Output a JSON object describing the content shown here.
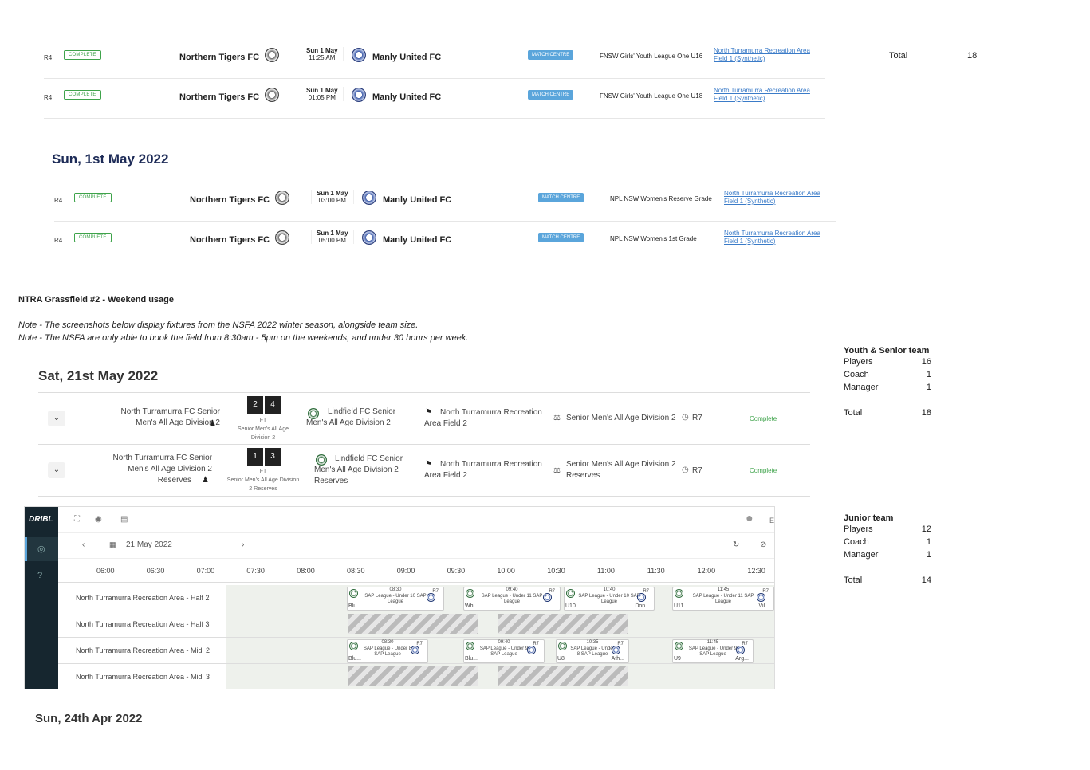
{
  "fixtures_top": [
    {
      "round": "R4",
      "status": "COMPLETE",
      "home": "Northern Tigers FC",
      "date": "Sun 1 May",
      "time": "11:25 AM",
      "away": "Manly United FC",
      "match_centre": "MATCH CENTRE",
      "competition": "FNSW Girls' Youth League One U16",
      "venue_line1": "North Turramurra Recreation Area",
      "venue_line2": "Field 1 (Synthetic)"
    },
    {
      "round": "R4",
      "status": "COMPLETE",
      "home": "Northern Tigers FC",
      "date": "Sun 1 May",
      "time": "01:05 PM",
      "away": "Manly United FC",
      "match_centre": "MATCH CENTRE",
      "competition": "FNSW Girls' Youth League One U18",
      "venue_line1": "North Turramurra Recreation Area",
      "venue_line2": "Field 1 (Synthetic)"
    }
  ],
  "total_top": {
    "label": "Total",
    "value": "18"
  },
  "sun_heading": "Sun, 1st May 2022",
  "fixtures_sun": [
    {
      "round": "R4",
      "status": "COMPLETE",
      "home": "Northern Tigers FC",
      "date": "Sun 1 May",
      "time": "03:00 PM",
      "away": "Manly United FC",
      "match_centre": "MATCH CENTRE",
      "competition": "NPL NSW Women's Reserve Grade",
      "venue_line1": "North Turramurra Recreation Area",
      "venue_line2": "Field 1 (Synthetic)"
    },
    {
      "round": "R4",
      "status": "COMPLETE",
      "home": "Northern Tigers FC",
      "date": "Sun 1 May",
      "time": "05:00 PM",
      "away": "Manly United FC",
      "match_centre": "MATCH CENTRE",
      "competition": "NPL NSW Women's 1st Grade",
      "venue_line1": "North Turramurra Recreation Area",
      "venue_line2": "Field 1 (Synthetic)"
    }
  ],
  "section_title": "NTRA Grassfield #2 - Weekend usage",
  "notes": [
    "Note - The screenshots below display fixtures from the NSFA 2022 winter season, alongside team size.",
    "Note - The NSFA are only able to book the field from 8:30am - 5pm on the weekends, and under 30 hours per week."
  ],
  "sat_heading": "Sat, 21st May 2022",
  "sat_matches": [
    {
      "home_1": "North Turramurra FC Senior",
      "home_2": "Men's All Age Division 2",
      "home_3": "",
      "score_home": "2",
      "score_away": "4",
      "ft": "FT",
      "ft_comp_1": "Senior Men's All Age",
      "ft_comp_2": "Division 2",
      "away_1": "Lindfield FC Senior",
      "away_2": "Men's All Age Division 2",
      "away_3": "",
      "venue_1": "North Turramurra Recreation",
      "venue_2": "Area Field 2",
      "comp_1": "Senior Men's All Age Division 2",
      "comp_2": "",
      "round": "R7",
      "status": "Complete"
    },
    {
      "home_1": "North Turramurra FC Senior",
      "home_2": "Men's All Age Division 2",
      "home_3": "Reserves",
      "score_home": "1",
      "score_away": "3",
      "ft": "FT",
      "ft_comp_1": "Senior Men's All Age Division",
      "ft_comp_2": "2 Reserves",
      "away_1": "Lindfield FC Senior",
      "away_2": "Men's All Age Division 2",
      "away_3": "Reserves",
      "venue_1": "North Turramurra Recreation",
      "venue_2": "Area Field 2",
      "comp_1": "Senior Men's All Age Division 2",
      "comp_2": "Reserves",
      "round": "R7",
      "status": "Complete"
    }
  ],
  "youth_senior": {
    "title": "Youth & Senior team",
    "rows": [
      {
        "k": "Players",
        "v": "16"
      },
      {
        "k": "Coach",
        "v": "1"
      },
      {
        "k": "Manager",
        "v": "1"
      }
    ],
    "total_label": "Total",
    "total": "18"
  },
  "junior": {
    "title": "Junior team",
    "rows": [
      {
        "k": "Players",
        "v": "12"
      },
      {
        "k": "Coach",
        "v": "1"
      },
      {
        "k": "Manager",
        "v": "1"
      }
    ],
    "total_label": "Total",
    "total": "14"
  },
  "app": {
    "logo": "DRIBL",
    "user_initial": "E",
    "date": "21 May 2022",
    "times": [
      "06:00",
      "06:30",
      "07:00",
      "07:30",
      "08:00",
      "08:30",
      "09:00",
      "09:30",
      "10:00",
      "10:30",
      "11:00",
      "11:30",
      "12:00",
      "12:30"
    ],
    "rows": [
      "North Turramurra Recreation Area - Half 2",
      "North Turramurra Recreation Area - Half 3",
      "North Turramurra Recreation Area - Midi 2",
      "North Turramurra Recreation Area - Midi 3"
    ],
    "cards_half2": [
      {
        "time": "08:30",
        "desc": "SAP League - Under 10 SAP League",
        "left": "Blu...",
        "right": "",
        "round": "R7"
      },
      {
        "time": "09:40",
        "desc": "SAP League - Under 11 SAP League",
        "left": "Whi...",
        "right": "",
        "round": "R7"
      },
      {
        "time": "10:40",
        "desc": "SAP League - Under 10 SAP League",
        "left": "U10...",
        "right": "Don...",
        "round": "R7"
      },
      {
        "time": "11:45",
        "desc": "SAP League - Under 11 SAP League",
        "left": "U11...",
        "right": "Vil...",
        "round": "R7"
      }
    ],
    "cards_midi2": [
      {
        "time": "08:30",
        "desc": "SAP League - Under 8 SAP League",
        "left": "Blu...",
        "right": "",
        "round": "R7"
      },
      {
        "time": "09:40",
        "desc": "SAP League - Under 9 SAP League",
        "left": "Blu...",
        "right": "",
        "round": "R7"
      },
      {
        "time": "10:35",
        "desc": "SAP League - Under 8 SAP League",
        "left": "U8",
        "right": "Ath...",
        "round": "R7"
      },
      {
        "time": "11:45",
        "desc": "SAP League - Under 9 SAP League",
        "left": "U9",
        "right": "Arg...",
        "round": "R7"
      }
    ]
  },
  "bottom_heading": "Sun, 24th Apr 2022"
}
